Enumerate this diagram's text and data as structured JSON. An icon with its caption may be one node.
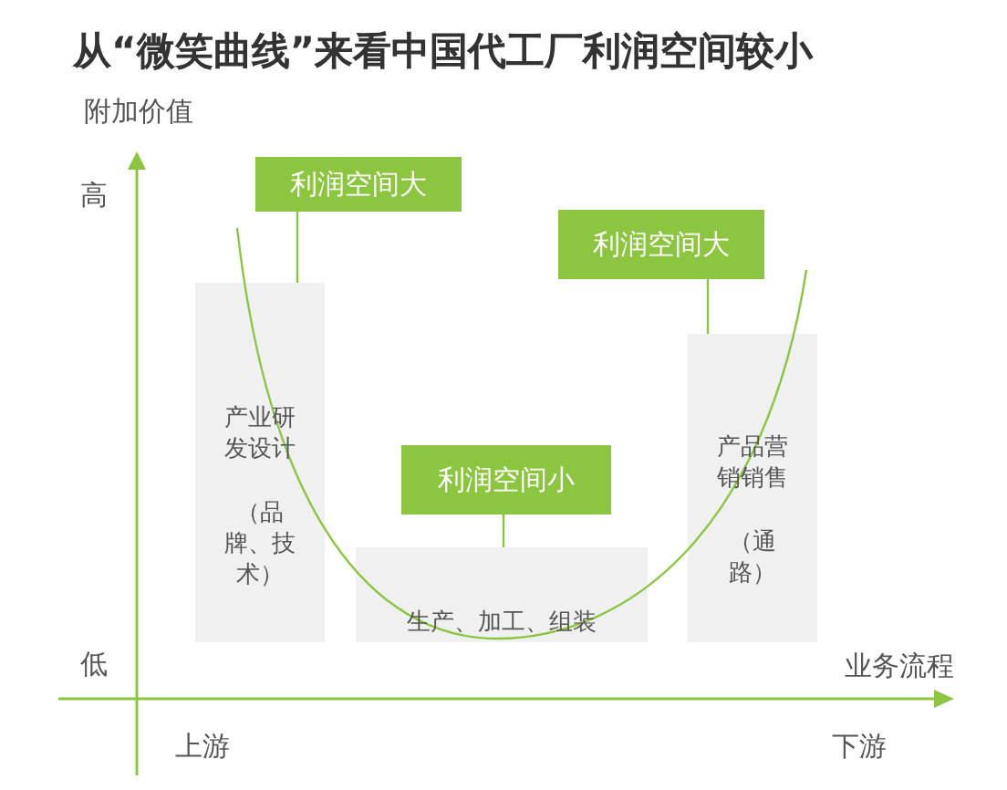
{
  "diagram": {
    "title": "从“微笑曲线”来看中国代工厂利润空间较小",
    "nodes": [
      {
        "text": [
          "产业研发设计",
          "（品牌、技术）"
        ]
      },
      {
        "text": [
          "生产、加工、组装"
        ]
      },
      {
        "text": [
          "产品营销销售",
          "（通路）"
        ]
      },
      {
        "text": [
          "利润空间大"
        ]
      },
      {
        "text": [
          "利润空间小"
        ]
      },
      {
        "text": [
          "利润空间大"
        ]
      }
    ],
    "edges": [
      {
        "from": 3,
        "to": 0,
        "arrow": "none"
      },
      {
        "from": 4,
        "to": 1,
        "arrow": "none"
      },
      {
        "from": 5,
        "to": 2,
        "arrow": "none"
      }
    ],
    "labels": [
      "附加价值",
      "高",
      "低",
      "业务流程",
      "上游",
      "下游"
    ]
  }
}
